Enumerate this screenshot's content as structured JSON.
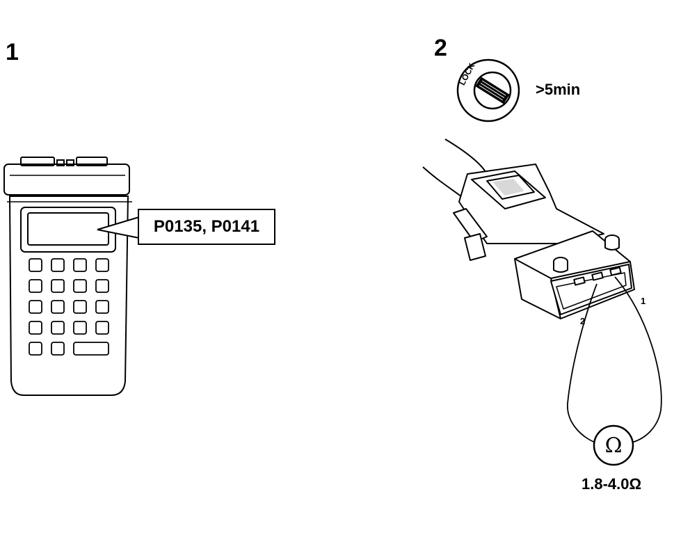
{
  "step1": {
    "number": "1",
    "trouble_codes": "P0135, P0141"
  },
  "step2": {
    "number": "2",
    "ignition_position": "LOCK",
    "wait_time": ">5min",
    "pin_1": "1",
    "pin_2": "2",
    "meter_symbol": "Ω",
    "resistance_spec": "1.8-4.0Ω"
  },
  "icons": {
    "scan_tool": "handheld-scan-tool-icon",
    "ignition": "ignition-key-icon",
    "connector": "connector-icon",
    "ohmmeter": "ohmmeter-icon"
  }
}
